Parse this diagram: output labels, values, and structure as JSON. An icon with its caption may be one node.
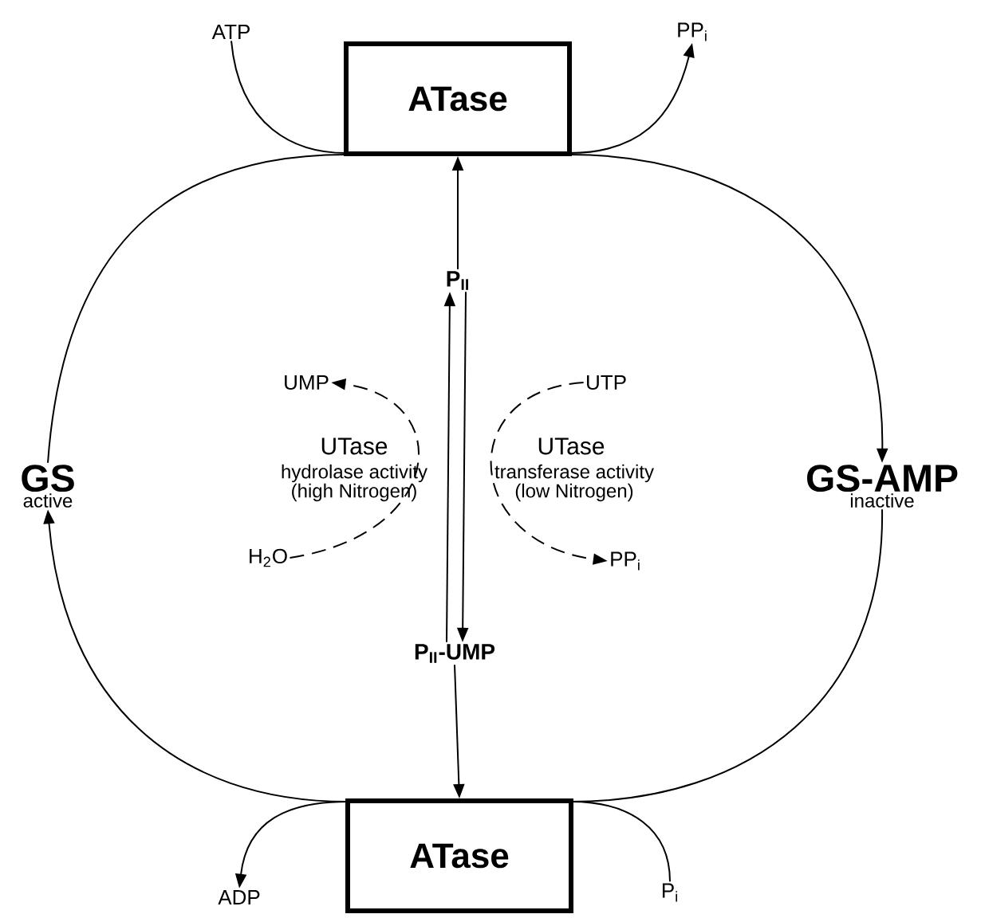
{
  "diagram": {
    "nodes": [
      {
        "text": [
          "ATase"
        ]
      },
      {
        "text": [
          "ATase"
        ]
      },
      {
        "text": [
          "GS",
          "active"
        ]
      },
      {
        "text": [
          "GS-AMP",
          "inactive"
        ]
      },
      {
        "text": [
          "P$_{II}$"
        ]
      },
      {
        "text": [
          "P$_{II}$-UMP"
        ]
      },
      {
        "text": [
          "ATP"
        ]
      },
      {
        "text": [
          "PP$_{i}$"
        ]
      },
      {
        "text": [
          "ADP"
        ]
      },
      {
        "text": [
          "P$_{i}$"
        ]
      },
      {
        "text": [
          "UMP"
        ]
      },
      {
        "text": [
          "UTP"
        ]
      },
      {
        "text": [
          "H$_{2}$O"
        ]
      },
      {
        "text": [
          "PP$_{i}$"
        ]
      }
    ],
    "edges": [
      {
        "from": 2,
        "to": 3,
        "arrow": "to"
      },
      {
        "from": 3,
        "to": 2,
        "arrow": "to"
      },
      {
        "from": 6,
        "to": 7,
        "arrow": "to"
      },
      {
        "from": 9,
        "to": 8,
        "arrow": "to"
      },
      {
        "from": 4,
        "to": 0,
        "arrow": "to"
      },
      {
        "from": 5,
        "to": 1,
        "arrow": "to"
      },
      {
        "from": 4,
        "to": 5,
        "arrow": "to"
      },
      {
        "from": 5,
        "to": 4,
        "arrow": "to"
      },
      {
        "from": 12,
        "to": 10,
        "arrow": "to",
        "style": "dashed"
      },
      {
        "from": 11,
        "to": 13,
        "arrow": "to",
        "style": "dashed"
      }
    ],
    "labels": [
      "UTase",
      "hydrolase activity (high Nitrogen)",
      "UTase",
      "transferase activity (low Nitrogen)"
    ]
  }
}
